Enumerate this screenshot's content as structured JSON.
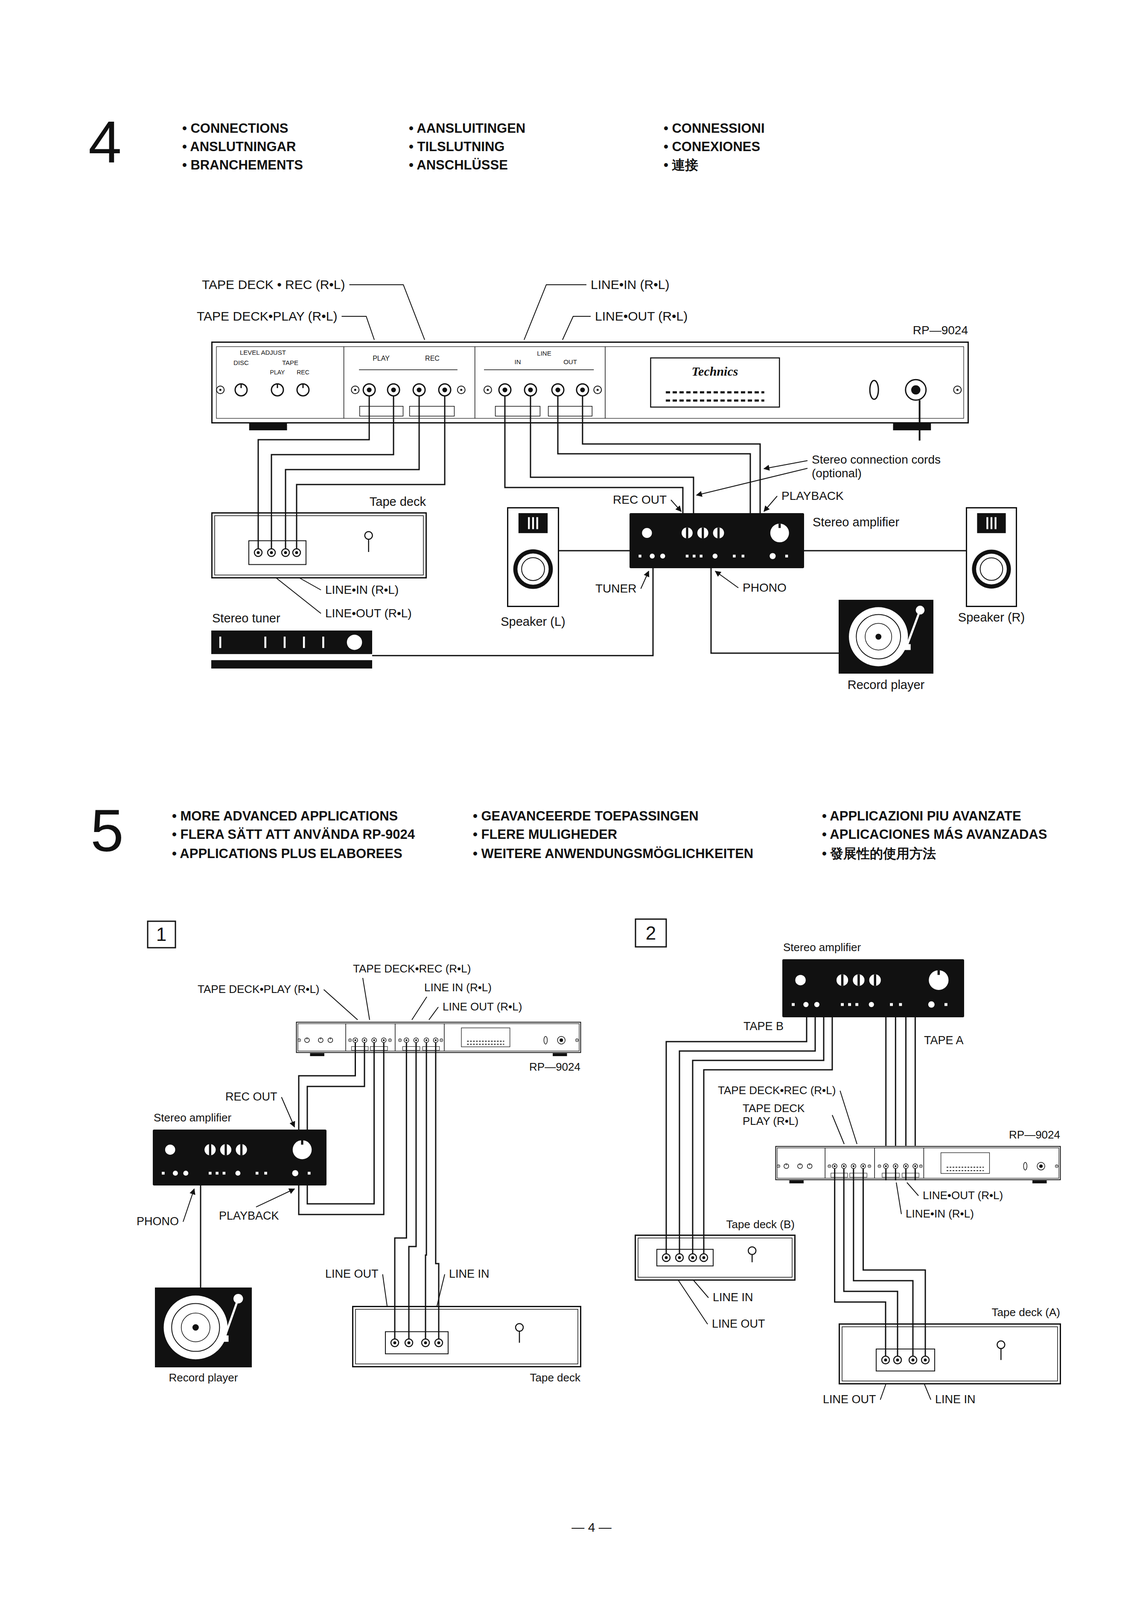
{
  "diagram": {
    "nodes": [
      {
        "text": [
          "RP—9024"
        ]
      },
      {
        "text": [
          "Tape deck"
        ]
      },
      {
        "text": [
          "Stereo amplifier"
        ]
      },
      {
        "text": [
          "Speaker (L)"
        ]
      },
      {
        "text": [
          "Speaker (R)"
        ]
      },
      {
        "text": [
          "Stereo tuner"
        ]
      },
      {
        "text": [
          "Record player"
        ]
      },
      {
        "text": [
          "RP—9024"
        ]
      },
      {
        "text": [
          "Stereo amplifier"
        ]
      },
      {
        "text": [
          "Record player"
        ]
      },
      {
        "text": [
          "Tape deck"
        ]
      },
      {
        "text": [
          "Stereo amplifier"
        ]
      },
      {
        "text": [
          "RP—9024"
        ]
      },
      {
        "text": [
          "Tape deck (B)"
        ]
      },
      {
        "text": [
          "Tape deck (A)"
        ]
      }
    ],
    "edges": [
      {
        "from": 0,
        "to": 1,
        "arrow": "none"
      },
      {
        "from": 0,
        "to": 1,
        "arrow": "none"
      },
      {
        "from": 0,
        "to": 1,
        "arrow": "none"
      },
      {
        "from": 0,
        "to": 1,
        "arrow": "none"
      },
      {
        "from": 0,
        "to": 2,
        "arrow": "none"
      },
      {
        "from": 0,
        "to": 2,
        "arrow": "none"
      },
      {
        "from": 0,
        "to": 2,
        "arrow": "none"
      },
      {
        "from": 0,
        "to": 2,
        "arrow": "none"
      },
      {
        "from": 3,
        "to": 2,
        "arrow": "none"
      },
      {
        "from": 2,
        "to": 4,
        "arrow": "none"
      },
      {
        "from": 5,
        "to": 2,
        "arrow": "none"
      },
      {
        "from": 6,
        "to": 2,
        "arrow": "none"
      },
      {
        "from": 7,
        "to": 8,
        "arrow": "none"
      },
      {
        "from": 7,
        "to": 8,
        "arrow": "none"
      },
      {
        "from": 7,
        "to": 8,
        "arrow": "none"
      },
      {
        "from": 7,
        "to": 8,
        "arrow": "none"
      },
      {
        "from": 7,
        "to": 10,
        "arrow": "none"
      },
      {
        "from": 7,
        "to": 10,
        "arrow": "none"
      },
      {
        "from": 7,
        "to": 10,
        "arrow": "none"
      },
      {
        "from": 7,
        "to": 10,
        "arrow": "none"
      },
      {
        "from": 9,
        "to": 8,
        "arrow": "none"
      },
      {
        "from": 11,
        "to": 13,
        "arrow": "none"
      },
      {
        "from": 11,
        "to": 13,
        "arrow": "none"
      },
      {
        "from": 11,
        "to": 13,
        "arrow": "none"
      },
      {
        "from": 11,
        "to": 13,
        "arrow": "none"
      },
      {
        "from": 11,
        "to": 12,
        "arrow": "none"
      },
      {
        "from": 11,
        "to": 12,
        "arrow": "none"
      },
      {
        "from": 11,
        "to": 12,
        "arrow": "none"
      },
      {
        "from": 11,
        "to": 12,
        "arrow": "none"
      },
      {
        "from": 12,
        "to": 14,
        "arrow": "none"
      },
      {
        "from": 12,
        "to": 14,
        "arrow": "none"
      },
      {
        "from": 12,
        "to": 14,
        "arrow": "none"
      },
      {
        "from": 12,
        "to": 14,
        "arrow": "none"
      }
    ],
    "labels": [
      "4",
      "• CONNECTIONS",
      "• AANSLUITINGEN",
      "• CONNESSIONI",
      "• ANSLUTNINGAR",
      "• TILSLUTNING",
      "• CONEXIONES",
      "• BRANCHEMENTS",
      "• ANSCHLÜSSE",
      "• 連接",
      "TAPE DECK • REC (R•L)",
      "TAPE DECK•PLAY (R•L)",
      "LINE•IN (R•L)",
      "LINE•OUT (R•L)",
      "LEVEL ADJUST",
      "DISC",
      "TAPE",
      "PLAY",
      "REC",
      "PLAY",
      "REC",
      "LINE",
      "IN",
      "OUT",
      "Technics",
      "Stereo connection cords (optional)",
      "REC OUT",
      "PLAYBACK",
      "LINE•IN (R•L)",
      "LINE•OUT (R•L)",
      "TUNER",
      "PHONO",
      "5",
      "• MORE ADVANCED APPLICATIONS",
      "• GEAVANCEERDE TOEPASSINGEN",
      "• APPLICAZIONI PIU AVANZATE",
      "• FLERA SÄTT ATT ANVÄNDA RP-9024",
      "• FLERE MULIGHEDER",
      "• APLICACIONES MÁS AVANZADAS",
      "• APPLICATIONS PLUS ELABOREES",
      "• WEITERE ANWENDUNGSMÖGLICHKEITEN",
      "• 發展性的使用方法",
      "1",
      "TAPE DECK•REC (R•L)",
      "TAPE DECK•PLAY (R•L)",
      "LINE IN (R•L)",
      "LINE OUT (R•L)",
      "REC OUT",
      "PHONO",
      "PLAYBACK",
      "LINE OUT",
      "LINE IN",
      "2",
      "TAPE B",
      "TAPE A",
      "TAPE DECK•REC (R•L)",
      "TAPE DECK PLAY (R•L)",
      "LINE•OUT (R•L)",
      "LINE•IN (R•L)",
      "LINE IN",
      "LINE OUT",
      "LINE OUT",
      "LINE IN",
      "— 4 —"
    ]
  }
}
